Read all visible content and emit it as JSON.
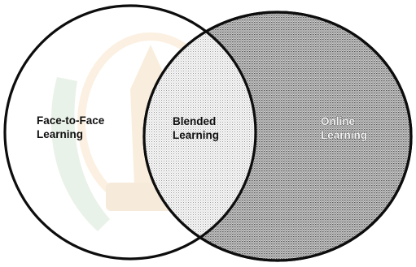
{
  "diagram": {
    "type": "venn",
    "sets": [
      {
        "id": "face-to-face",
        "lines": [
          "Face-to-Face",
          "Learning"
        ]
      },
      {
        "id": "online",
        "lines": [
          "Online",
          "Learning"
        ]
      }
    ],
    "intersection": {
      "id": "blended",
      "lines": [
        "Blended",
        "Learning"
      ]
    }
  },
  "colors": {
    "outline": "#0d0d0d",
    "face_to_face_fill": "#ffffff",
    "blended_fill": "#e9e9e9",
    "online_fill": "#bdbdbd",
    "watermark_green": "#9fc89a",
    "watermark_orange": "#f0c07a"
  }
}
